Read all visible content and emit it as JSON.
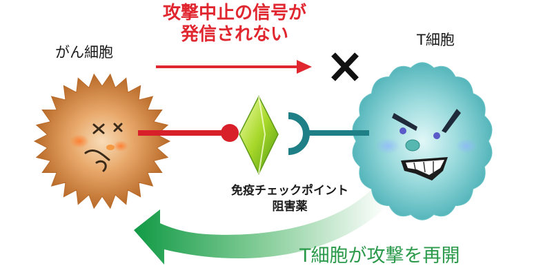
{
  "labels": {
    "cancer_cell": "がん細胞",
    "t_cell": "T細胞",
    "signal_line1": "攻撃中止の信号が",
    "signal_line2": "発信されない",
    "blocked_mark": "×",
    "drug_line1": "免疫チェックポイント",
    "drug_line2": "阻害薬",
    "attack_resumes": "T細胞が攻撃を再開"
  },
  "colors": {
    "signal_red": "#e0262f",
    "receptor_teal": "#1f7f86",
    "attack_green": "#2a9a4a",
    "drug_green": "#9bd22a",
    "cancer_orange": "#c87a35",
    "t_cell_cyan": "#7fcfd2"
  },
  "icons": {
    "cancer_cell": "spiky-orange-cell-icon",
    "t_cell": "fluffy-cyan-cell-icon",
    "drug": "green-diamond-icon",
    "blocked": "cross-mark-icon"
  }
}
